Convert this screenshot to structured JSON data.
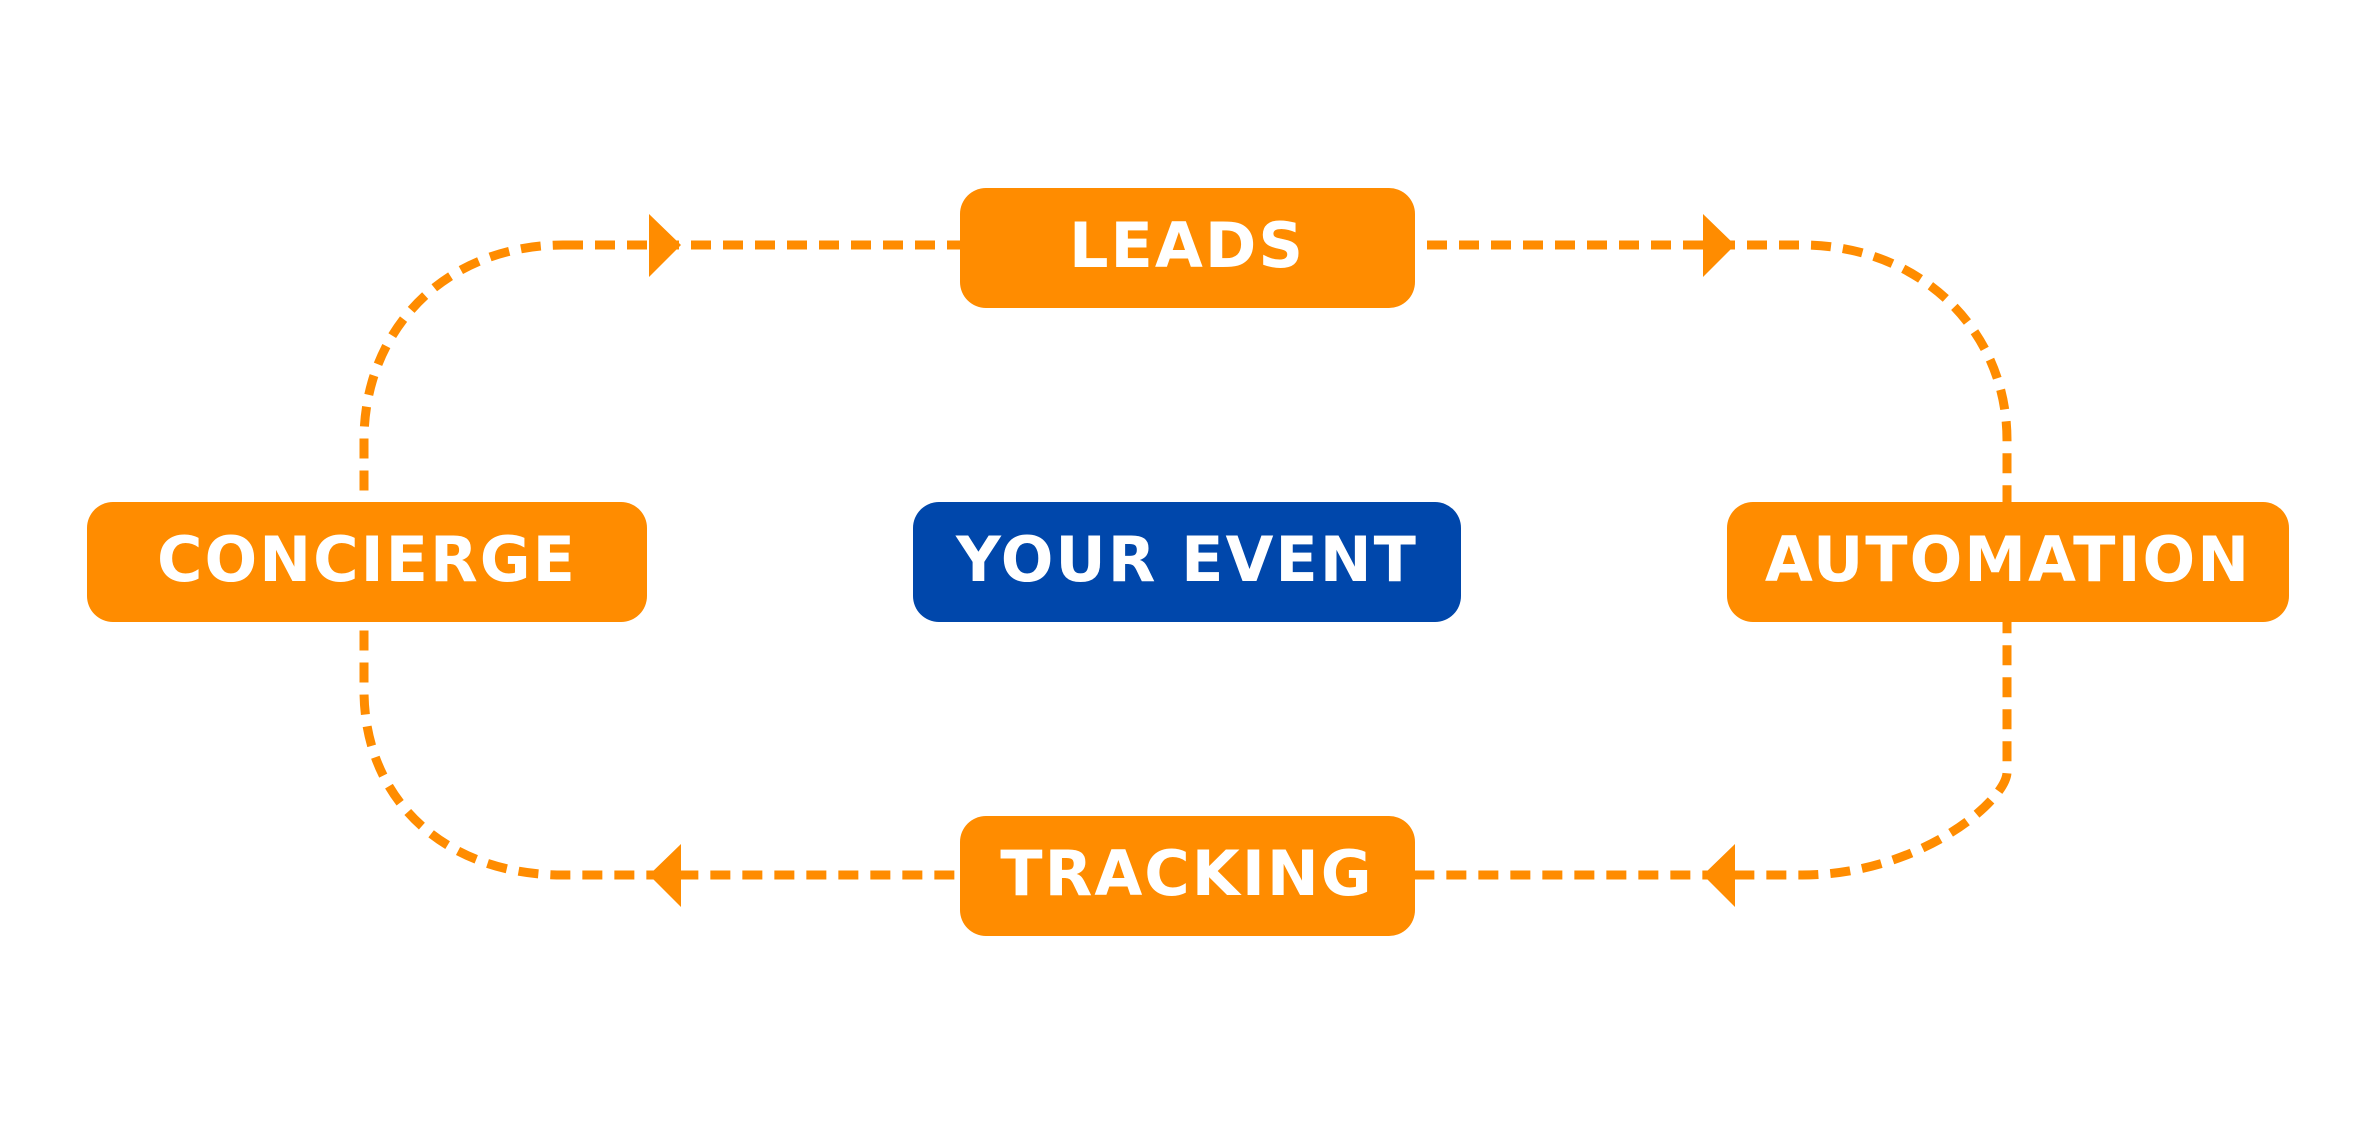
{
  "colors": {
    "accent": "#FF8C00",
    "center": "#0047AB",
    "label": "#FFFFFF",
    "background": "#FFFFFF"
  },
  "nodes": {
    "leads": "LEADS",
    "concierge": "CONCIERGE",
    "center": "YOUR EVENT",
    "automation": "AUTOMATION",
    "tracking": "TRACKING"
  }
}
